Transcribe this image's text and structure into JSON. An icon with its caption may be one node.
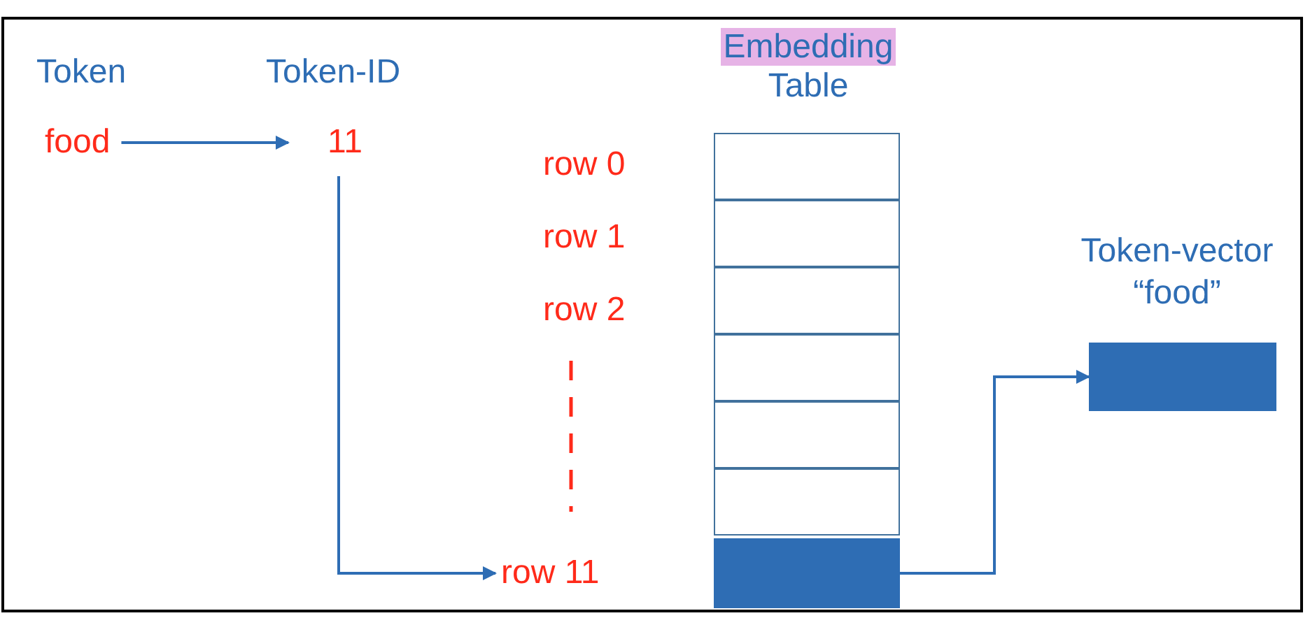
{
  "diagram": {
    "nodes": [
      {
        "text": [
          "food"
        ]
      },
      {
        "text": [
          "11"
        ]
      },
      {
        "text": [
          "row 11"
        ]
      },
      {
        "text": [],
        "shape": "box"
      },
      {
        "text": [],
        "shape": "box"
      },
      {
        "text": [],
        "shape": "box"
      },
      {
        "text": [],
        "shape": "box"
      },
      {
        "text": [],
        "shape": "box"
      },
      {
        "text": [],
        "shape": "box"
      },
      {
        "text": [],
        "shape": "box"
      },
      {
        "text": [
          "Token-vector “food”"
        ]
      }
    ],
    "edges": [
      {
        "from": 0,
        "to": 1,
        "arrow": "to"
      },
      {
        "from": 1,
        "to": 2,
        "arrow": "to"
      },
      {
        "from": 9,
        "to": 10,
        "arrow": "to"
      }
    ],
    "labels": [
      "Token",
      "Token-ID",
      "Embedding Table",
      "row 0",
      "row 1",
      "row 2"
    ]
  }
}
